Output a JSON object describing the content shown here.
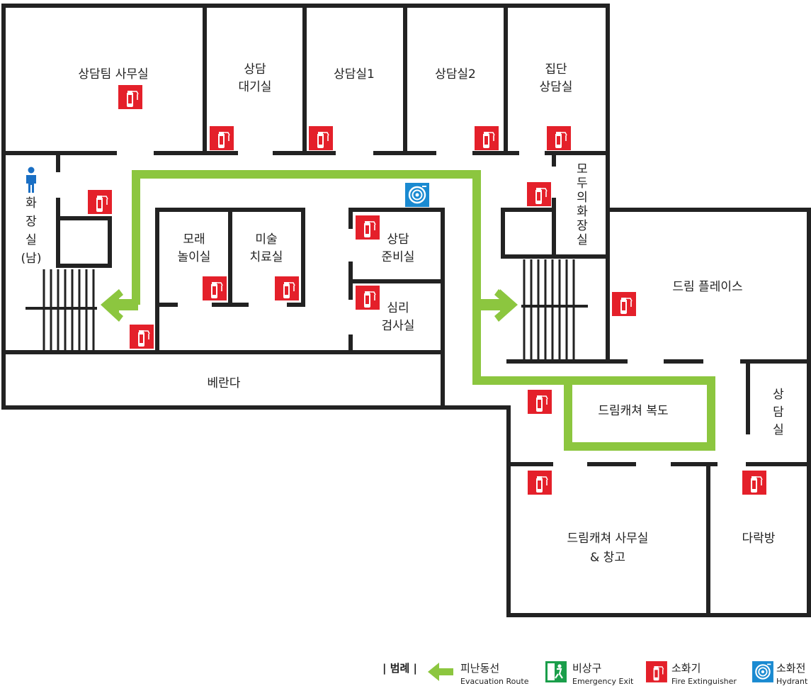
{
  "rooms": {
    "counsel_team_office": "상담팀 사무실",
    "counsel_waiting": [
      "상담",
      "대기실"
    ],
    "counsel_room_1": "상담실1",
    "counsel_room_2": "상담실2",
    "group_counsel": [
      "집단",
      "상담실"
    ],
    "restroom_men": [
      "화",
      "장",
      "실",
      "(남)"
    ],
    "all_gender_restroom": [
      "모",
      "두",
      "의",
      "화",
      "장",
      "실"
    ],
    "sand_play": [
      "모래",
      "놀이실"
    ],
    "art_therapy": [
      "미술",
      "치료실"
    ],
    "counsel_prep": [
      "상담",
      "준비실"
    ],
    "psych_test": [
      "심리",
      "검사실"
    ],
    "dream_place": "드림 플레이스",
    "veranda": "베란다",
    "dreamcatcher_corridor": "드림캐쳐 복도",
    "counsel_room_vertical": [
      "상",
      "담",
      "실"
    ],
    "dreamcatcher_office": [
      "드림캐쳐 사무실",
      "& 창고"
    ],
    "attic_room": "다락방"
  },
  "legend": {
    "title": "| 범례 |",
    "items": [
      {
        "icon": "evacuation-arrow-icon",
        "ko": "피난동선",
        "en": "Evacuation Route"
      },
      {
        "icon": "emergency-exit-icon",
        "ko": "비상구",
        "en": "Emergency Exit"
      },
      {
        "icon": "fire-extinguisher-icon",
        "ko": "소화기",
        "en": "Fire Extinguisher"
      },
      {
        "icon": "hydrant-icon",
        "ko": "소화전",
        "en": "Hydrant"
      }
    ]
  },
  "colors": {
    "wall": "#222222",
    "route": "#8cc63f",
    "extinguisher": "#e4202a",
    "hydrant": "#1a8ad1",
    "exit": "#1a9e4a"
  }
}
